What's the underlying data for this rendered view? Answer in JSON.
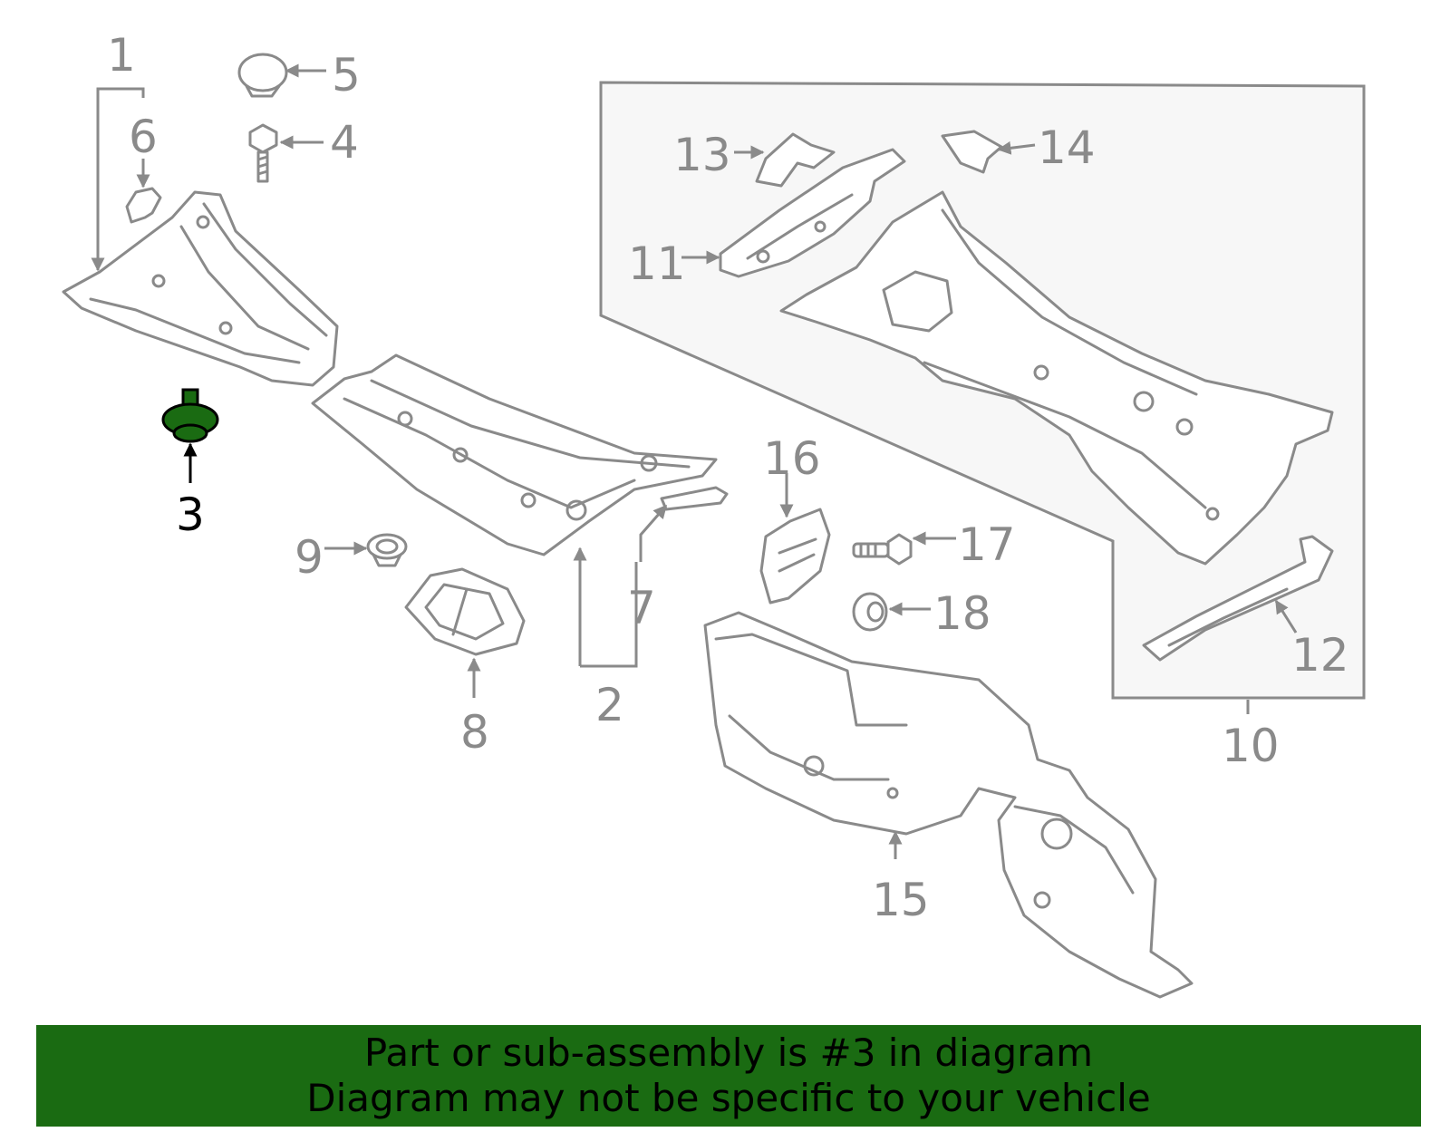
{
  "diagram": {
    "highlight_color": "#1a6b12",
    "line_color": "#8a8a8a",
    "highlighted_part": "3",
    "callouts": [
      "1",
      "2",
      "3",
      "4",
      "5",
      "6",
      "7",
      "8",
      "9",
      "10",
      "11",
      "12",
      "13",
      "14",
      "15",
      "16",
      "17",
      "18"
    ]
  },
  "banner": {
    "line1": "Part or sub-assembly is #3 in diagram",
    "line2": "Diagram may not be specific to your vehicle",
    "background": "#1a6b12"
  }
}
